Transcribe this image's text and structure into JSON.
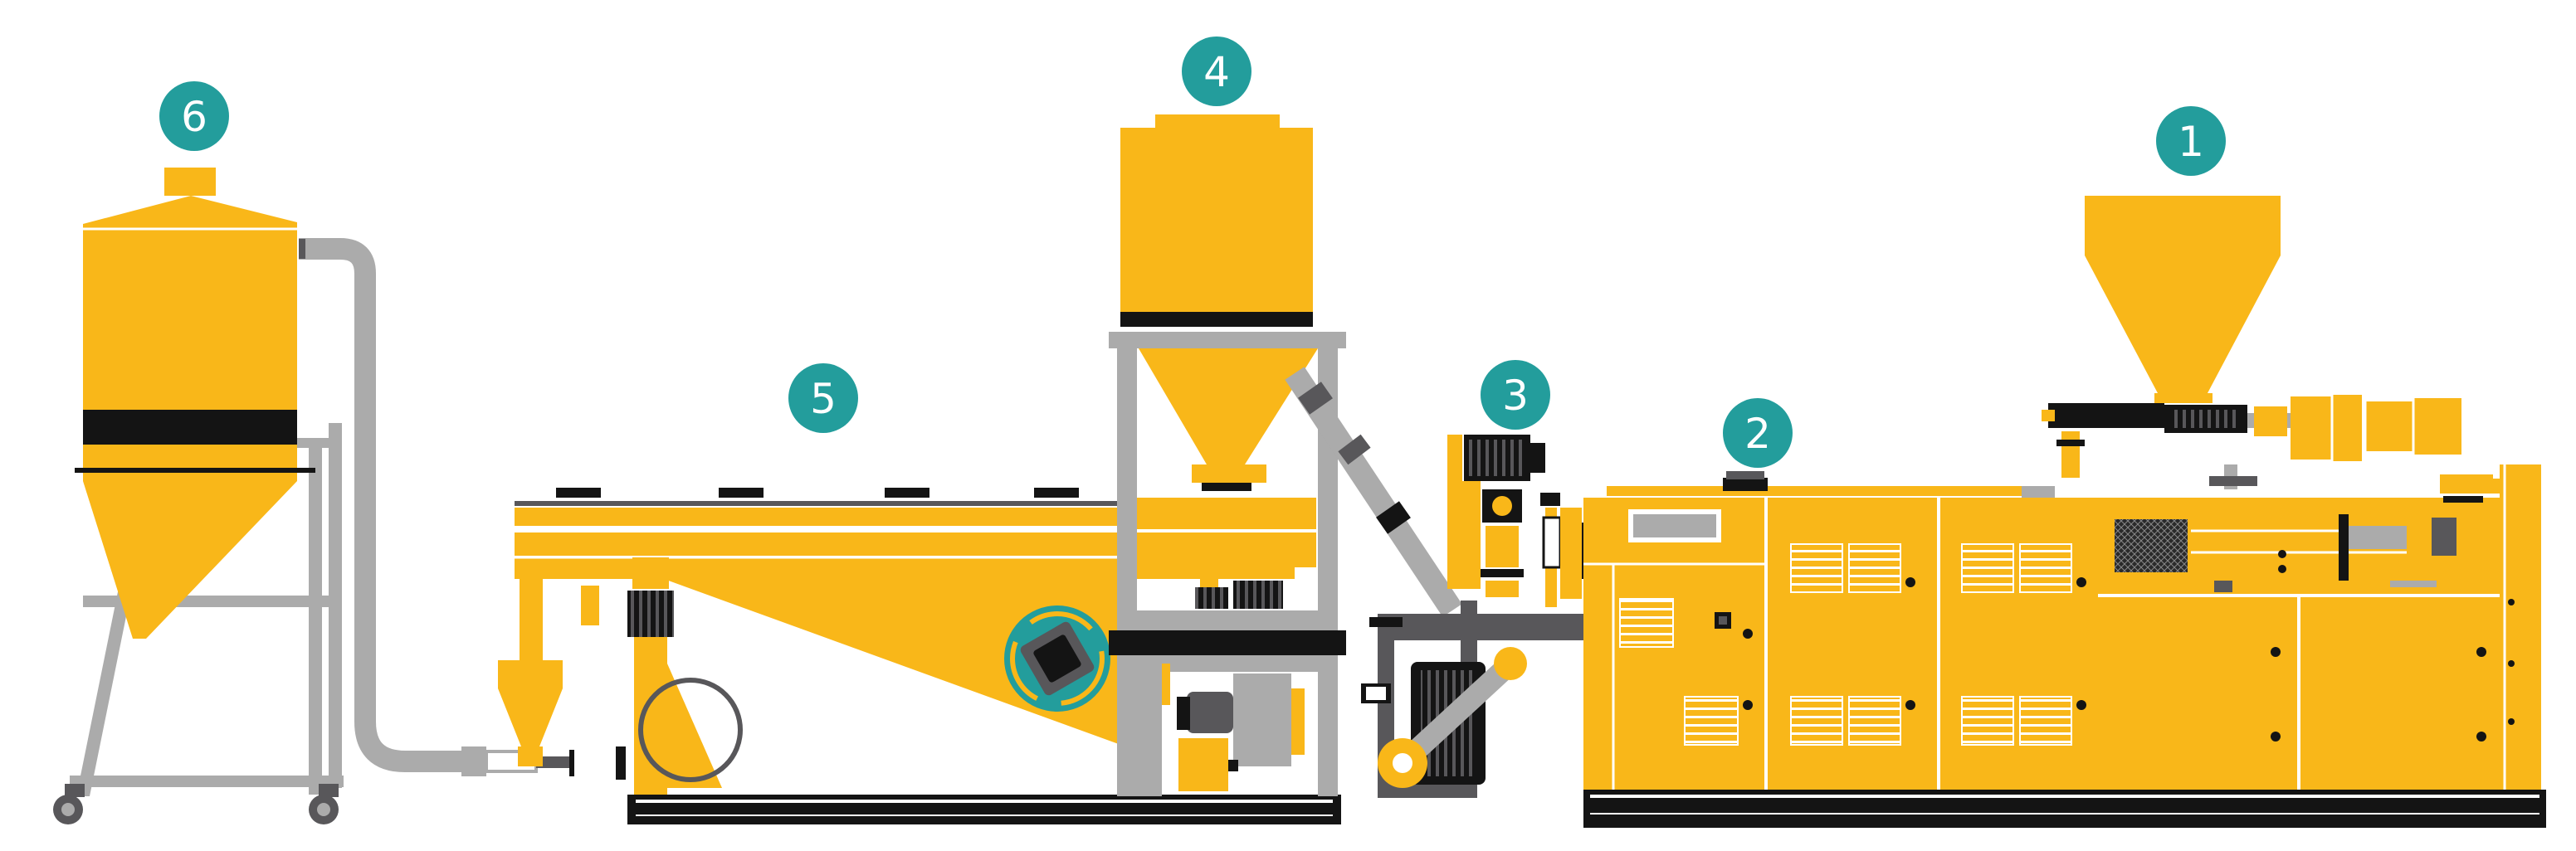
{
  "colors": {
    "machine_yellow": "#F9B719",
    "machine_grey": "#ABABAB",
    "machine_dark": "#58575A",
    "machine_black": "#141414",
    "badge_teal": "#239D9C",
    "outline_white": "#FFFFFF"
  },
  "stations": [
    {
      "id": "extruder",
      "number": "1"
    },
    {
      "id": "control-cabinet",
      "number": "2"
    },
    {
      "id": "die-head",
      "number": "3"
    },
    {
      "id": "upper-hopper",
      "number": "4"
    },
    {
      "id": "conveyor-trough",
      "number": "5"
    },
    {
      "id": "cyclone-silo",
      "number": "6"
    }
  ]
}
